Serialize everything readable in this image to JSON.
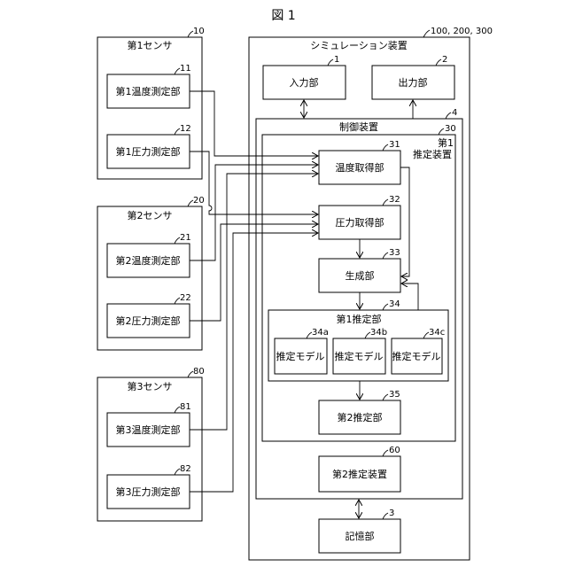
{
  "figure": {
    "title": "図 1"
  },
  "sim": {
    "label": "シミュレーション装置",
    "ref": "100, 200, 300"
  },
  "input": {
    "label": "入力部",
    "ref": "1"
  },
  "output": {
    "label": "出力部",
    "ref": "2"
  },
  "control": {
    "label": "制御装置",
    "ref": "4"
  },
  "est1dev": {
    "label_line1": "第1",
    "label_line2": "推定装置",
    "ref": "30"
  },
  "temp_acq": {
    "label": "温度取得部",
    "ref": "31"
  },
  "pres_acq": {
    "label": "圧力取得部",
    "ref": "32"
  },
  "gen": {
    "label": "生成部",
    "ref": "33"
  },
  "est1": {
    "label": "第1推定部",
    "ref": "34"
  },
  "models": [
    {
      "label": "推定モデル",
      "ref": "34a"
    },
    {
      "label": "推定モデル",
      "ref": "34b"
    },
    {
      "label": "推定モデル",
      "ref": "34c"
    }
  ],
  "est2": {
    "label": "第2推定部",
    "ref": "35"
  },
  "est2dev": {
    "label": "第2推定装置",
    "ref": "60"
  },
  "storage": {
    "label": "記憶部",
    "ref": "3"
  },
  "sensors": [
    {
      "label": "第1センサ",
      "ref": "10",
      "temp": {
        "label": "第1温度測定部",
        "ref": "11"
      },
      "pres": {
        "label": "第1圧力測定部",
        "ref": "12"
      }
    },
    {
      "label": "第2センサ",
      "ref": "20",
      "temp": {
        "label": "第2温度測定部",
        "ref": "21"
      },
      "pres": {
        "label": "第2圧力測定部",
        "ref": "22"
      }
    },
    {
      "label": "第3センサ",
      "ref": "80",
      "temp": {
        "label": "第3温度測定部",
        "ref": "81"
      },
      "pres": {
        "label": "第3圧力測定部",
        "ref": "82"
      }
    }
  ]
}
